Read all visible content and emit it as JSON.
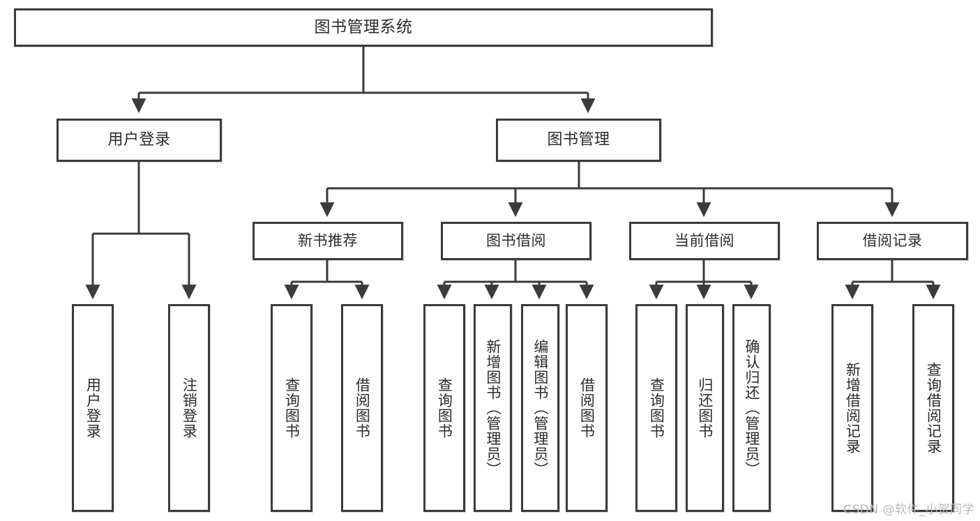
{
  "diagram": {
    "title": "图书管理系统",
    "watermark": "CSDN @软件_小贺同学",
    "line_color": "#3b3b3b",
    "box_fill": "#ffffff",
    "text_color": "#2b2b2b"
  },
  "root": {
    "label": "图书管理系统"
  },
  "level1": [
    {
      "label": "用户登录"
    },
    {
      "label": "图书管理"
    }
  ],
  "level2": [
    {
      "label": "新书推荐"
    },
    {
      "label": "图书借阅"
    },
    {
      "label": "当前借阅"
    },
    {
      "label": "借阅记录"
    }
  ],
  "leaves": {
    "user_login": [
      {
        "label": "用户登录"
      },
      {
        "label": "注销登录"
      }
    ],
    "new_book_recommend": [
      {
        "label": "查询图书"
      },
      {
        "label": "借阅图书"
      }
    ],
    "book_borrow": [
      {
        "label": "查询图书"
      },
      {
        "label": "新增图书（管理员）"
      },
      {
        "label": "编辑图书（管理员）"
      },
      {
        "label": "借阅图书"
      }
    ],
    "current_borrow": [
      {
        "label": "查询图书"
      },
      {
        "label": "归还图书"
      },
      {
        "label": "确认归还（管理员）"
      }
    ],
    "borrow_record": [
      {
        "label": "新增借阅记录"
      },
      {
        "label": "查询借阅记录"
      }
    ]
  }
}
